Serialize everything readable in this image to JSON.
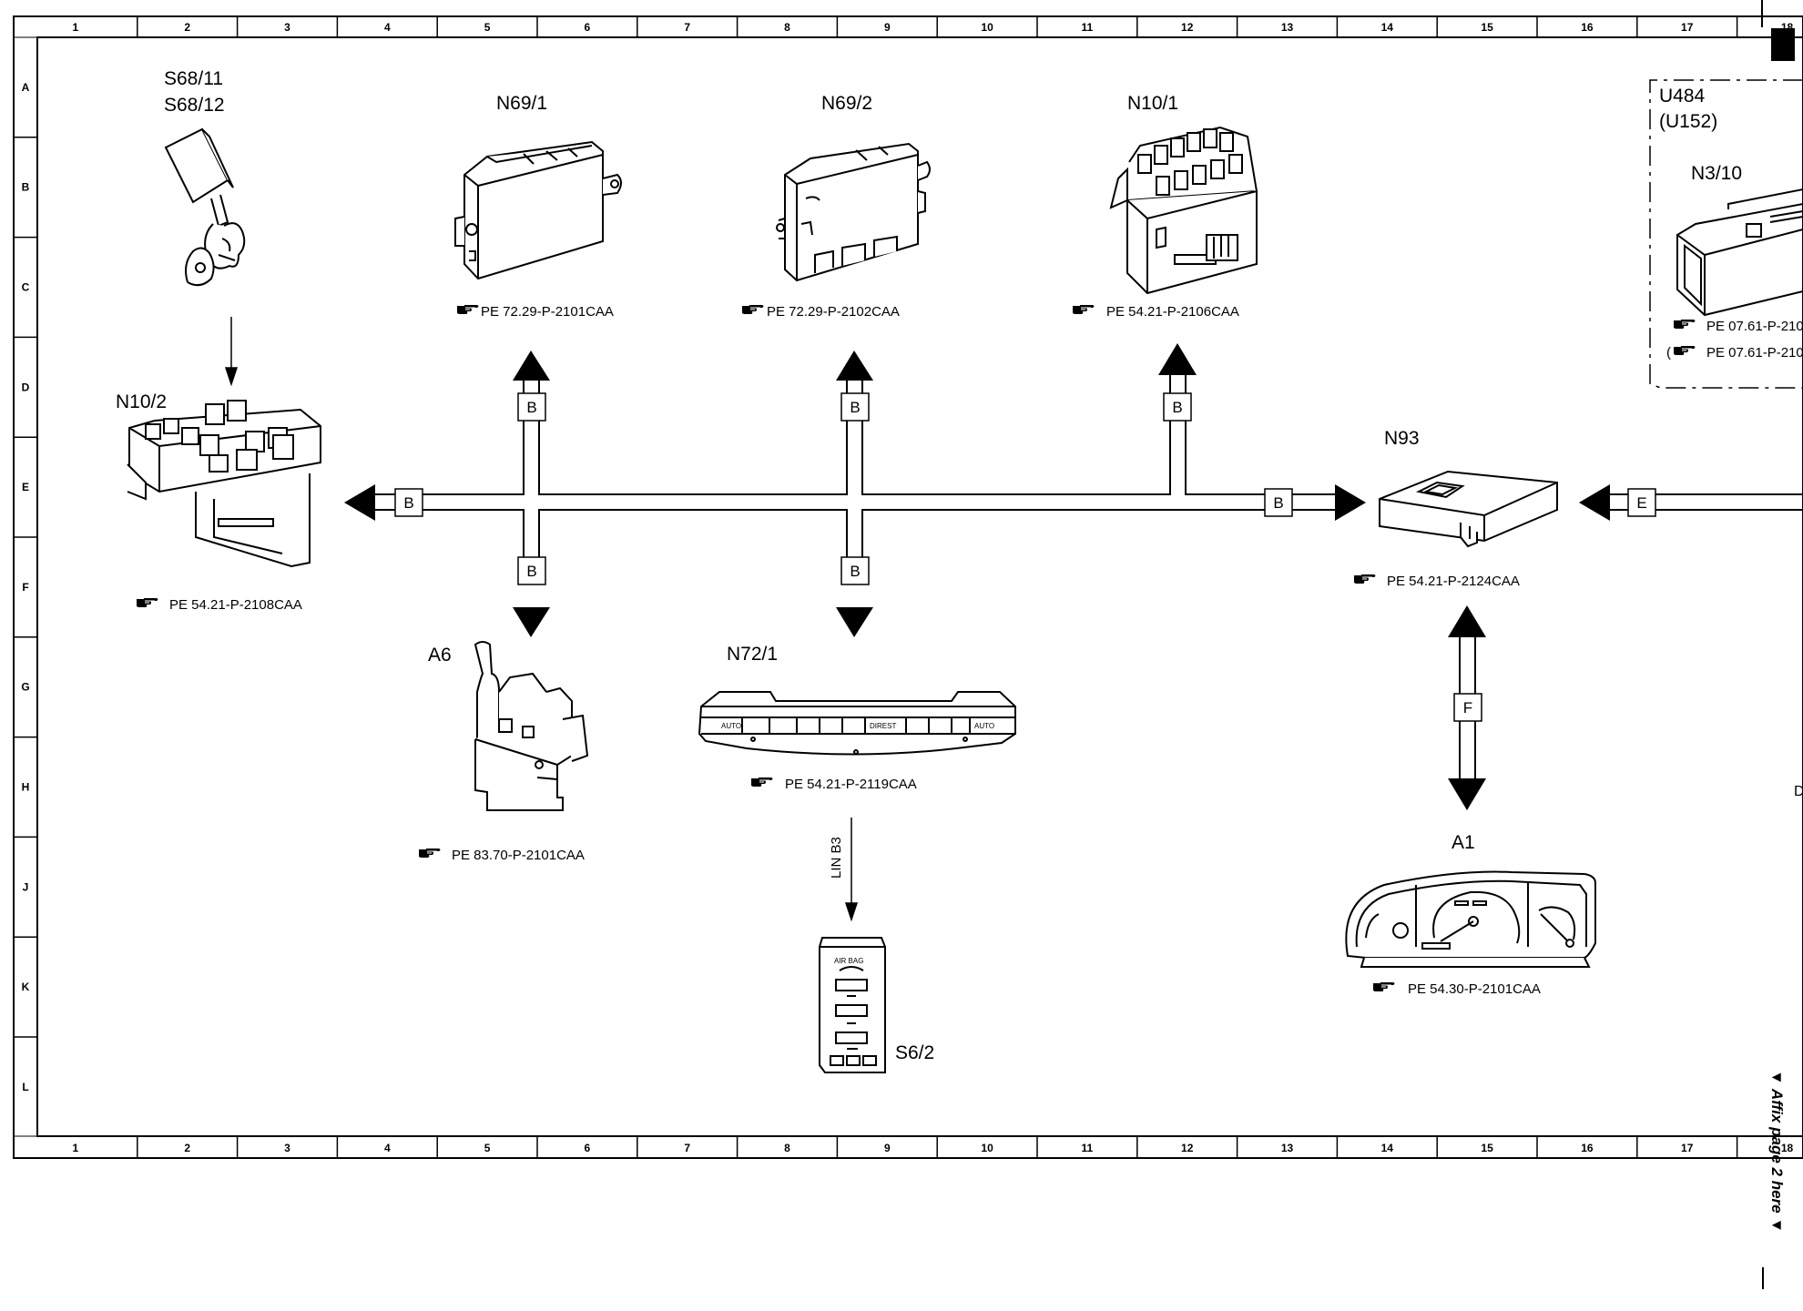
{
  "ruler": {
    "columns": [
      "1",
      "2",
      "3",
      "4",
      "5",
      "6",
      "7",
      "8",
      "9",
      "10",
      "11",
      "12",
      "13",
      "14",
      "15",
      "16",
      "17",
      "18"
    ],
    "rows": [
      "A",
      "B",
      "C",
      "D",
      "E",
      "F",
      "G",
      "H",
      "J",
      "K",
      "L"
    ]
  },
  "components": {
    "s68": {
      "label_a": "S68/11",
      "label_b": "S68/12"
    },
    "n69_1": {
      "label": "N69/1",
      "ref": "PE 72.29-P-2101CAA"
    },
    "n69_2": {
      "label": "N69/2",
      "ref": "PE 72.29-P-2102CAA"
    },
    "n10_1": {
      "label": "N10/1",
      "ref": "PE 54.21-P-2106CAA"
    },
    "n10_2": {
      "label": "N10/2",
      "ref": "PE 54.21-P-2108CAA"
    },
    "u484": {
      "label_a": "U484",
      "label_b": "(U152)"
    },
    "n3_10": {
      "label": "N3/10",
      "ref_a": "PE 07.61-P-210",
      "ref_b_prefix": "(",
      "ref_b": "PE 07.61-P-210"
    },
    "n93": {
      "label": "N93",
      "ref": "PE 54.21-P-2124CAA"
    },
    "a6": {
      "label": "A6",
      "ref": "PE 83.70-P-2101CAA"
    },
    "n72_1": {
      "label": "N72/1",
      "ref": "PE 54.21-P-2119CAA"
    },
    "s6_2": {
      "label": "S6/2"
    },
    "a1": {
      "label": "A1",
      "ref": "PE 54.30-P-2101CAA"
    }
  },
  "buses": {
    "b": "B",
    "e": "E",
    "f": "F",
    "lin": "LIN B3"
  },
  "panel_text": {
    "auto": "AUTO",
    "direct": "DIREST",
    "airbag": "AIR BAG"
  },
  "clipped_edge_letter": "D",
  "side_note": "▼ Affix page 2 here ▼",
  "icons": [
    "reference-hand-icon",
    "bus-arrow-icon"
  ]
}
